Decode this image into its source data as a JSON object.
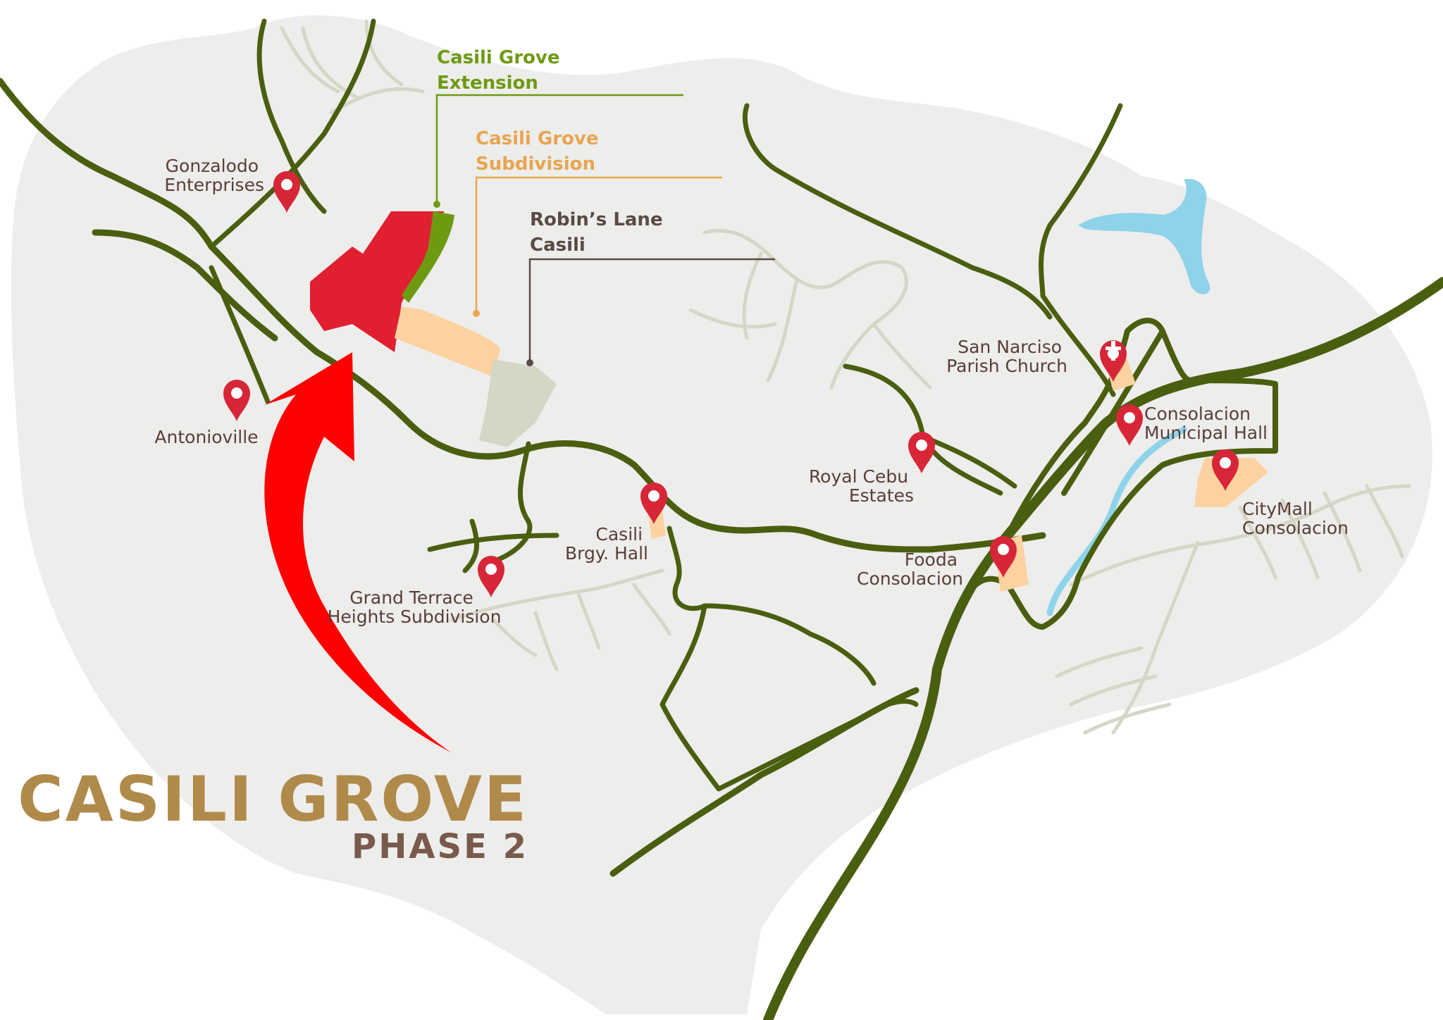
{
  "title": {
    "main": "CASILI GROVE",
    "sub": "PHASE 2"
  },
  "colors": {
    "title_main": "#b08a4a",
    "title_sub": "#7a5a4c",
    "land": "#ededec",
    "road": "#4a5e10",
    "minor_road": "#d4d7c5",
    "water": "#8fd3ea",
    "pin": "#d72638",
    "project_red": "#e02030",
    "extension_green": "#6e9a12",
    "subdivision_orange": "#fcd2a0",
    "robins_lane_gray": "#d3d8c4",
    "arrow_red": "#ff0000",
    "callout_extension": "#6e9a12",
    "callout_subdivision": "#e8a550",
    "callout_robins": "#5b4a44"
  },
  "callouts": {
    "extension": {
      "line1": "Casili Grove",
      "line2": "Extension"
    },
    "subdivision": {
      "line1": "Casili Grove",
      "line2": "Subdivision"
    },
    "robins": {
      "line1": "Robin’s Lane",
      "line2": "Casili"
    }
  },
  "places": {
    "gonzalodo": {
      "line1": "Gonzalodo",
      "line2": "Enterprises",
      "icon": "map-pin-icon"
    },
    "antonioville": {
      "line1": "Antonioville",
      "icon": "map-pin-icon"
    },
    "grand_terrace": {
      "line1": "Grand Terrace",
      "line2": "Heights Subdivision",
      "icon": "map-pin-icon"
    },
    "casili_hall": {
      "line1": "Casili",
      "line2": "Brgy. Hall",
      "icon": "map-pin-icon"
    },
    "royal_cebu": {
      "line1": "Royal Cebu",
      "line2": "Estates",
      "icon": "map-pin-icon"
    },
    "san_narciso": {
      "line1": "San Narciso",
      "line2": "Parish Church",
      "icon": "church-cross-pin-icon"
    },
    "municipal_hall": {
      "line1": "Consolacion",
      "line2": "Municipal Hall",
      "icon": "map-pin-icon"
    },
    "fooda": {
      "line1": "Fooda",
      "line2": "Consolacion",
      "icon": "map-pin-icon"
    },
    "citymall": {
      "line1": "CityMall",
      "line2": "Consolacion",
      "icon": "map-pin-icon"
    }
  }
}
